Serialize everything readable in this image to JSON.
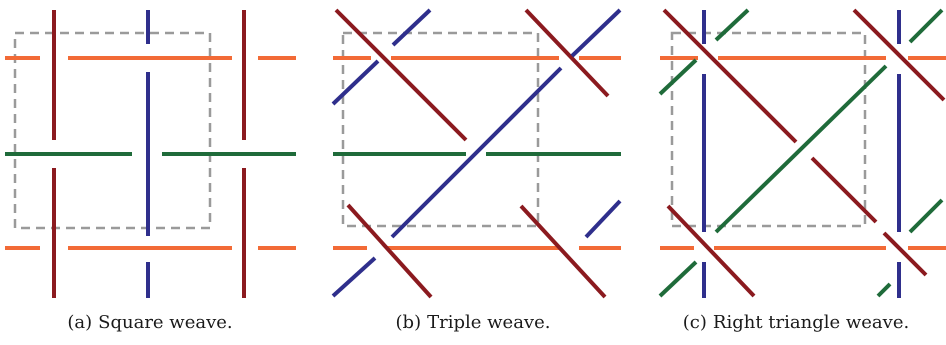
{
  "figure": {
    "colors": {
      "orange": "#f26a36",
      "darkred": "#8b1a1f",
      "navy": "#2f2f8c",
      "green": "#1f6b3a",
      "dashed_box": "#9a9a9a"
    },
    "panels": [
      {
        "id": "a",
        "tag": "(a)",
        "caption": "Square weave."
      },
      {
        "id": "b",
        "tag": "(b)",
        "caption": "Triple weave."
      },
      {
        "id": "c",
        "tag": "(c)",
        "caption": "Right triangle weave."
      }
    ]
  }
}
